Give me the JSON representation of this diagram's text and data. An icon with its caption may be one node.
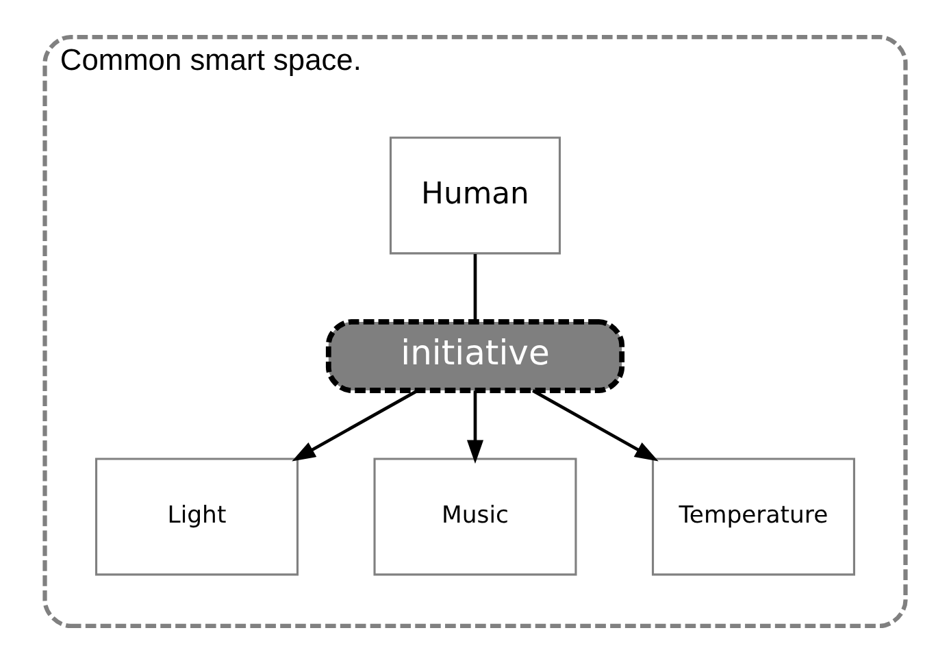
{
  "diagram": {
    "nodes": [
      {
        "text": [
          "Common smart space."
        ]
      },
      {
        "text": [
          "Human"
        ],
        "in": 0
      },
      {
        "text": [
          "initiative"
        ],
        "in": 0
      },
      {
        "text": [
          "Light"
        ],
        "in": 0
      },
      {
        "text": [
          "Music"
        ],
        "in": 0
      },
      {
        "text": [
          "Temperature"
        ],
        "in": 0
      }
    ],
    "edges": [
      {
        "from": 1,
        "to": 2,
        "arrow": "none"
      },
      {
        "from": 2,
        "to": 3,
        "arrow": "to"
      },
      {
        "from": 2,
        "to": 4,
        "arrow": "to"
      },
      {
        "from": 2,
        "to": 5,
        "arrow": "to"
      }
    ]
  }
}
